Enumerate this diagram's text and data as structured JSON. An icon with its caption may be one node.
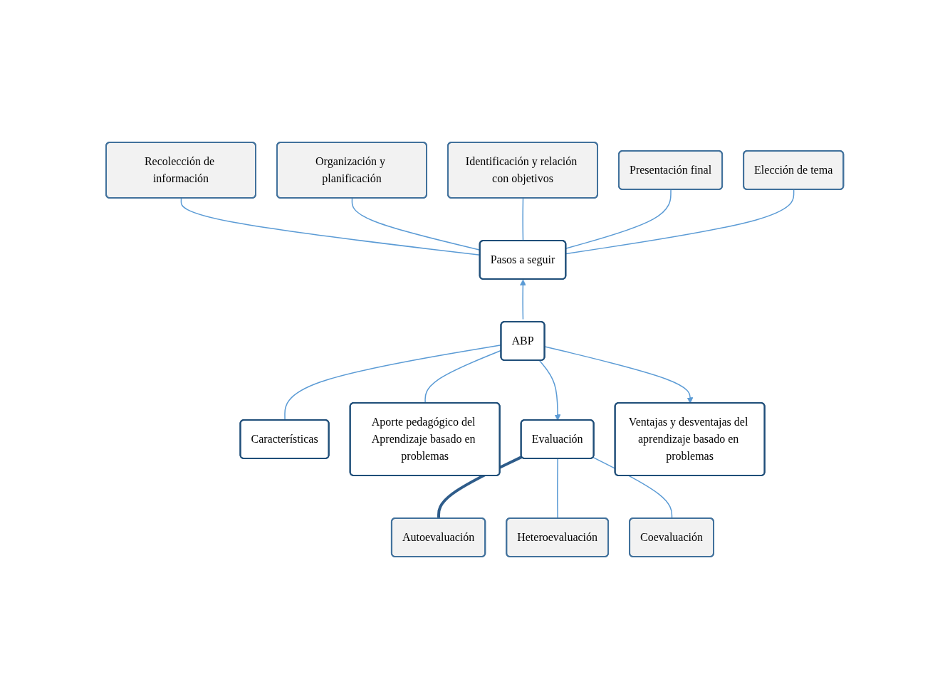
{
  "diagram": {
    "nodes": [
      {
        "text": [
          "Recolección de información"
        ]
      },
      {
        "text": [
          "Organización y planificación"
        ]
      },
      {
        "text": [
          "Identificación y relación con objetivos"
        ]
      },
      {
        "text": [
          "Presentación final"
        ]
      },
      {
        "text": [
          "Elección de tema"
        ]
      },
      {
        "text": [
          "Pasos a seguir"
        ]
      },
      {
        "text": [
          "Características"
        ]
      },
      {
        "text": [
          "ABP"
        ]
      },
      {
        "text": [
          "Ventajas y desventajas del aprendizaje basado en problemas"
        ]
      },
      {
        "text": [
          "Aporte pedagógico del Aprendizaje basado en problemas"
        ]
      },
      {
        "text": [
          "Evaluación"
        ]
      },
      {
        "text": [
          "Autoevaluación"
        ]
      },
      {
        "text": [
          "Heteroevaluación"
        ]
      },
      {
        "text": [
          "Coevaluación"
        ]
      }
    ],
    "edges": [
      {
        "from": 5,
        "to": 0,
        "arrow": "none"
      },
      {
        "from": 5,
        "to": 1,
        "arrow": "none"
      },
      {
        "from": 5,
        "to": 2,
        "arrow": "none"
      },
      {
        "from": 5,
        "to": 3,
        "arrow": "none"
      },
      {
        "from": 5,
        "to": 4,
        "arrow": "none"
      },
      {
        "from": 7,
        "to": 5,
        "arrow": "to"
      },
      {
        "from": 7,
        "to": 6,
        "arrow": "none"
      },
      {
        "from": 7,
        "to": 8,
        "arrow": "to"
      },
      {
        "from": 7,
        "to": 9,
        "arrow": "none"
      },
      {
        "from": 7,
        "to": 10,
        "arrow": "to"
      },
      {
        "from": 10,
        "to": 11,
        "arrow": "none",
        "style": "thick",
        "color": "#2e5c8a"
      },
      {
        "from": 10,
        "to": 12,
        "arrow": "none"
      },
      {
        "from": 10,
        "to": 13,
        "arrow": "none"
      }
    ]
  }
}
